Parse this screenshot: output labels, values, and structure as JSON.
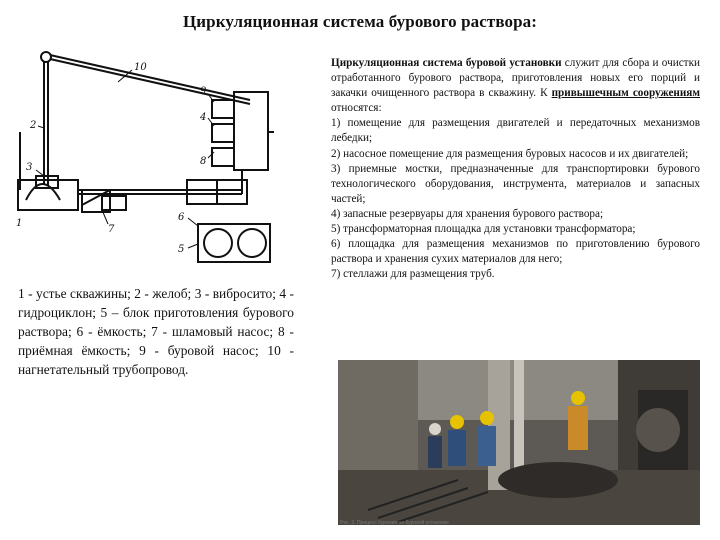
{
  "title": "Циркуляционная система бурового раствора:",
  "diagram": {
    "labels": [
      "10",
      "2",
      "3",
      "9",
      "4",
      "8",
      "7",
      "1",
      "6",
      "5"
    ]
  },
  "legend": "1 - устье скважины; 2 - желоб; 3 - вибросито; 4 - гидроциклон; 5 – блок приготовления бурового раствора; 6 - ёмкость; 7 - шламовый насос; 8 - приёмная ёмкость; 9 - буровой насос; 10 - нагнетательный трубопровод.",
  "description": {
    "intro_bold": "Циркуляционная система буровой установки",
    "intro_rest": " служит для сбора и очистки отработанного бурового раствора, приготовления новых его порций и закачки очищенного раствора в скважину. К ",
    "intro_underline": "привышечным сооружениям",
    "intro_end": " относятся:",
    "items": [
      "1) помещение для размещения двигателей и передаточных механизмов лебедки;",
      "2) насосное помещение для размещения буровых насосов и их двигателей;",
      "3) приемные мостки, предназначенные для транспортировки бурового технологического оборудования, инструмента, материалов и запасных частей;",
      "4) запасные резервуары для хранения бурового раствора;",
      "5) трансформаторная площадка для установки трансформатора;",
      "6) площадка для размещения механизмов по приготовлению бурового раствора и хранения сухих материалов для него;",
      "7) стеллажи для размещения труб."
    ]
  },
  "photo": {
    "caption": "Рис. 2. Процесс бурения на буровой установке"
  }
}
